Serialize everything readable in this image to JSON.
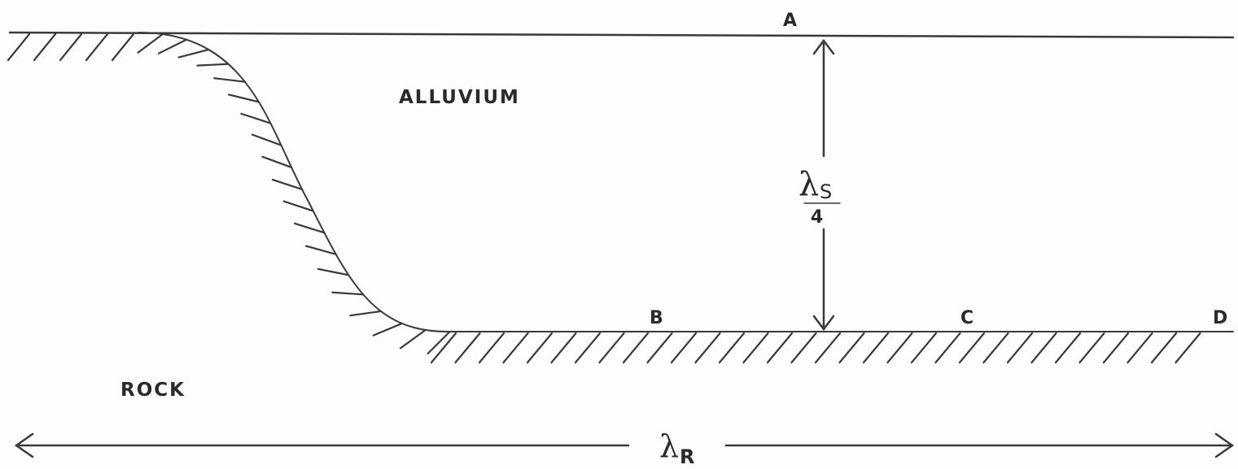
{
  "diagram": {
    "region_labels": {
      "alluvium": "ALLUVIUM",
      "rock": "ROCK"
    },
    "point_labels": {
      "a": "A",
      "b": "B",
      "c": "C",
      "d": "D"
    },
    "depth_label": {
      "symbol": "λ",
      "subscript": "S",
      "denominator": "4"
    },
    "width_label": {
      "symbol": "λ",
      "subscript": "R"
    },
    "colors": {
      "ink": "#2a2a2a",
      "background": "#fdfdfc"
    }
  }
}
